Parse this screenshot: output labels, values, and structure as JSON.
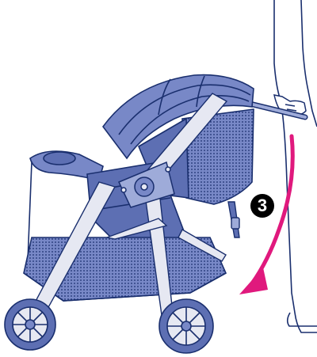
{
  "step": {
    "number": "3"
  },
  "colors": {
    "stroke": "#1a2f6e",
    "fabric_dark": "#5d6fb3",
    "fabric_mid": "#7888c7",
    "fabric_light": "#9eabd9",
    "frame": "#e6e8f2",
    "mesh": "#3a4f95",
    "arrow": "#e0197d",
    "hand_outline": "#1a2f6e"
  },
  "icons": {
    "stroller": "stroller-illustration",
    "arrow": "curved-down-arrow",
    "hand": "hand-pushing-handle"
  }
}
